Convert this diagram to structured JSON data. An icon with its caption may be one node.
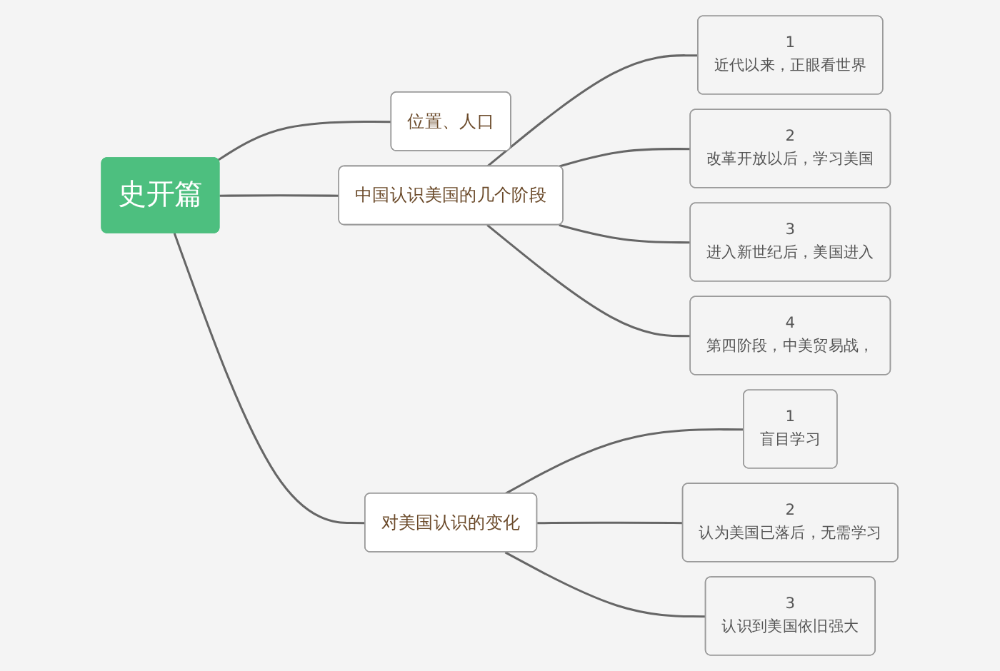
{
  "diagram": {
    "nodes": [
      {
        "text": [
          "史开篇"
        ]
      },
      {
        "text": [
          "位置、人口"
        ]
      },
      {
        "text": [
          "中国认识美国的几个阶段"
        ]
      },
      {
        "text": [
          "1",
          "近代以来，正眼看世界"
        ]
      },
      {
        "text": [
          "2",
          "改革开放以后，学习美国"
        ]
      },
      {
        "text": [
          "3",
          "进入新世纪后，美国进入"
        ]
      },
      {
        "text": [
          "4",
          "第四阶段，中美贸易战，"
        ]
      },
      {
        "text": [
          "对美国认识的变化"
        ]
      },
      {
        "text": [
          "1",
          "盲目学习"
        ]
      },
      {
        "text": [
          "2",
          "认为美国已落后，无需学习"
        ]
      },
      {
        "text": [
          "3",
          "认识到美国依旧强大"
        ]
      }
    ],
    "edges": [
      {
        "from": 0,
        "to": 1,
        "arrow": "none"
      },
      {
        "from": 0,
        "to": 2,
        "arrow": "none"
      },
      {
        "from": 0,
        "to": 7,
        "arrow": "none"
      },
      {
        "from": 2,
        "to": 3,
        "arrow": "none"
      },
      {
        "from": 2,
        "to": 4,
        "arrow": "none"
      },
      {
        "from": 2,
        "to": 5,
        "arrow": "none"
      },
      {
        "from": 2,
        "to": 6,
        "arrow": "none"
      },
      {
        "from": 7,
        "to": 8,
        "arrow": "none"
      },
      {
        "from": 7,
        "to": 9,
        "arrow": "none"
      },
      {
        "from": 7,
        "to": 10,
        "arrow": "none"
      }
    ]
  }
}
